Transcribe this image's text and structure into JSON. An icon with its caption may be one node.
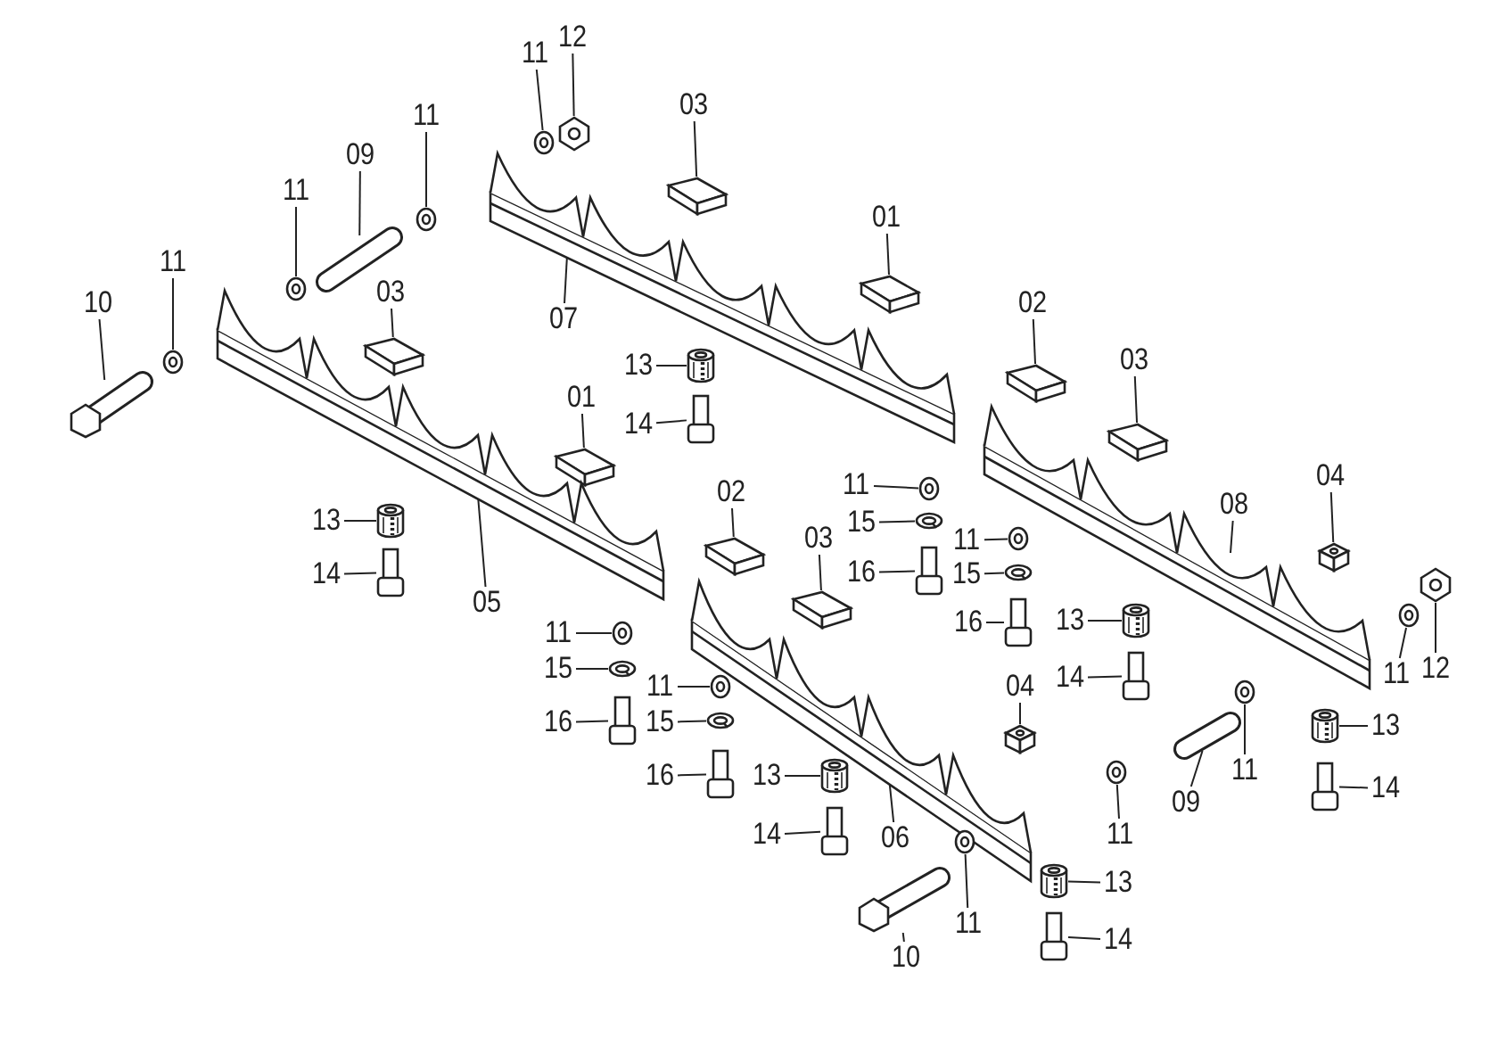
{
  "diagram": {
    "nodes": [
      {
        "text": [
          "12"
        ]
      },
      {
        "text": [
          "11"
        ]
      },
      {
        "text": [
          "03"
        ]
      },
      {
        "text": [
          "11"
        ]
      },
      {
        "text": [
          "09"
        ]
      },
      {
        "text": [
          "01"
        ]
      },
      {
        "text": [
          "11"
        ]
      },
      {
        "text": [
          "07"
        ]
      },
      {
        "text": [
          "11"
        ]
      },
      {
        "text": [
          "03"
        ]
      },
      {
        "text": [
          "10"
        ]
      },
      {
        "text": [
          "02"
        ]
      },
      {
        "text": [
          "03"
        ]
      },
      {
        "text": [
          "13"
        ]
      },
      {
        "text": [
          "01"
        ]
      },
      {
        "text": [
          "14"
        ]
      },
      {
        "text": [
          "04"
        ]
      },
      {
        "text": [
          "11"
        ]
      },
      {
        "text": [
          "02"
        ]
      },
      {
        "text": [
          "08"
        ]
      },
      {
        "text": [
          "15"
        ]
      },
      {
        "text": [
          "13"
        ]
      },
      {
        "text": [
          "03"
        ]
      },
      {
        "text": [
          "11"
        ]
      },
      {
        "text": [
          "16"
        ]
      },
      {
        "text": [
          "14"
        ]
      },
      {
        "text": [
          "15"
        ]
      },
      {
        "text": [
          "05"
        ]
      },
      {
        "text": [
          "13"
        ]
      },
      {
        "text": [
          "16"
        ]
      },
      {
        "text": [
          "11"
        ]
      },
      {
        "text": [
          "15"
        ]
      },
      {
        "text": [
          "14"
        ]
      },
      {
        "text": [
          "11"
        ]
      },
      {
        "text": [
          "04"
        ]
      },
      {
        "text": [
          "12"
        ]
      },
      {
        "text": [
          "11"
        ]
      },
      {
        "text": [
          "16"
        ]
      },
      {
        "text": [
          "15"
        ]
      },
      {
        "text": [
          "13"
        ]
      },
      {
        "text": [
          "11"
        ]
      },
      {
        "text": [
          "16"
        ]
      },
      {
        "text": [
          "13"
        ]
      },
      {
        "text": [
          "14"
        ]
      },
      {
        "text": [
          "09"
        ]
      },
      {
        "text": [
          "11"
        ]
      },
      {
        "text": [
          "14"
        ]
      },
      {
        "text": [
          "06"
        ]
      },
      {
        "text": [
          "13"
        ]
      },
      {
        "text": [
          "11"
        ]
      },
      {
        "text": [
          "14"
        ]
      },
      {
        "text": [
          "10"
        ]
      },
      {
        "text": [],
        "shape": "picture"
      },
      {
        "text": [],
        "shape": "picture"
      },
      {
        "text": [],
        "shape": "picture"
      },
      {
        "text": [],
        "shape": "picture"
      },
      {
        "text": [],
        "shape": "picture"
      },
      {
        "text": [],
        "shape": "picture"
      },
      {
        "text": [],
        "shape": "picture"
      },
      {
        "text": [],
        "shape": "picture"
      },
      {
        "text": [],
        "shape": "picture"
      },
      {
        "text": [],
        "shape": "picture"
      },
      {
        "text": [],
        "shape": "picture"
      },
      {
        "text": [],
        "shape": "picture"
      },
      {
        "text": [],
        "shape": "picture"
      },
      {
        "text": [],
        "shape": "picture"
      },
      {
        "text": [],
        "shape": "picture"
      },
      {
        "text": [],
        "shape": "picture"
      },
      {
        "text": [],
        "shape": "picture"
      },
      {
        "text": [],
        "shape": "picture"
      },
      {
        "text": [],
        "shape": "picture"
      },
      {
        "text": [],
        "shape": "picture"
      },
      {
        "text": [],
        "shape": "picture"
      },
      {
        "text": [],
        "shape": "picture"
      },
      {
        "text": [],
        "shape": "picture"
      },
      {
        "text": [],
        "shape": "picture"
      },
      {
        "text": [],
        "shape": "picture"
      },
      {
        "text": [],
        "shape": "picture"
      },
      {
        "text": [],
        "shape": "picture"
      },
      {
        "text": [],
        "shape": "picture"
      },
      {
        "text": [],
        "shape": "picture"
      },
      {
        "text": [],
        "shape": "picture"
      },
      {
        "text": [],
        "shape": "picture"
      },
      {
        "text": [],
        "shape": "picture"
      },
      {
        "text": [],
        "shape": "picture"
      },
      {
        "text": [],
        "shape": "picture"
      },
      {
        "text": [],
        "shape": "picture"
      },
      {
        "text": [],
        "shape": "picture"
      },
      {
        "text": [],
        "shape": "picture"
      },
      {
        "text": [],
        "shape": "picture"
      },
      {
        "text": [],
        "shape": "picture"
      },
      {
        "text": [],
        "shape": "picture"
      },
      {
        "text": [],
        "shape": "picture"
      },
      {
        "text": [],
        "shape": "picture"
      },
      {
        "text": [],
        "shape": "picture"
      },
      {
        "text": [],
        "shape": "picture"
      },
      {
        "text": [],
        "shape": "picture"
      },
      {
        "text": [],
        "shape": "picture"
      },
      {
        "text": [],
        "shape": "picture"
      },
      {
        "text": [],
        "shape": "picture"
      },
      {
        "text": [],
        "shape": "picture"
      },
      {
        "text": [],
        "shape": "picture"
      },
      {
        "text": [],
        "shape": "picture"
      },
      {
        "text": [],
        "shape": "picture"
      }
    ],
    "edges": [
      {
        "from": 0,
        "to": 52,
        "arrow": "none"
      },
      {
        "from": 1,
        "to": 53,
        "arrow": "none"
      },
      {
        "from": 2,
        "to": 54,
        "arrow": "none"
      },
      {
        "from": 3,
        "to": 55,
        "arrow": "none"
      },
      {
        "from": 4,
        "to": 56,
        "arrow": "none"
      },
      {
        "from": 5,
        "to": 57,
        "arrow": "none"
      },
      {
        "from": 6,
        "to": 58,
        "arrow": "none"
      },
      {
        "from": 7,
        "to": 59,
        "arrow": "none"
      },
      {
        "from": 8,
        "to": 60,
        "arrow": "none"
      },
      {
        "from": 9,
        "to": 61,
        "arrow": "none"
      },
      {
        "from": 10,
        "to": 62,
        "arrow": "none"
      },
      {
        "from": 11,
        "to": 63,
        "arrow": "none"
      },
      {
        "from": 12,
        "to": 64,
        "arrow": "none"
      },
      {
        "from": 13,
        "to": 65,
        "arrow": "none"
      },
      {
        "from": 14,
        "to": 66,
        "arrow": "none"
      },
      {
        "from": 15,
        "to": 67,
        "arrow": "none"
      },
      {
        "from": 16,
        "to": 68,
        "arrow": "none"
      },
      {
        "from": 17,
        "to": 69,
        "arrow": "none"
      },
      {
        "from": 18,
        "to": 70,
        "arrow": "none"
      },
      {
        "from": 19,
        "to": 71,
        "arrow": "none"
      },
      {
        "from": 20,
        "to": 72,
        "arrow": "none"
      },
      {
        "from": 21,
        "to": 73,
        "arrow": "none"
      },
      {
        "from": 22,
        "to": 74,
        "arrow": "none"
      },
      {
        "from": 23,
        "to": 75,
        "arrow": "none"
      },
      {
        "from": 24,
        "to": 76,
        "arrow": "none"
      },
      {
        "from": 25,
        "to": 77,
        "arrow": "none"
      },
      {
        "from": 26,
        "to": 78,
        "arrow": "none"
      },
      {
        "from": 27,
        "to": 79,
        "arrow": "none"
      },
      {
        "from": 28,
        "to": 80,
        "arrow": "none"
      },
      {
        "from": 29,
        "to": 81,
        "arrow": "none"
      },
      {
        "from": 30,
        "to": 82,
        "arrow": "none"
      },
      {
        "from": 31,
        "to": 83,
        "arrow": "none"
      },
      {
        "from": 32,
        "to": 84,
        "arrow": "none"
      },
      {
        "from": 33,
        "to": 85,
        "arrow": "none"
      },
      {
        "from": 34,
        "to": 86,
        "arrow": "none"
      },
      {
        "from": 35,
        "to": 87,
        "arrow": "none"
      },
      {
        "from": 36,
        "to": 88,
        "arrow": "none"
      },
      {
        "from": 37,
        "to": 89,
        "arrow": "none"
      },
      {
        "from": 38,
        "to": 90,
        "arrow": "none"
      },
      {
        "from": 39,
        "to": 91,
        "arrow": "none"
      },
      {
        "from": 40,
        "to": 92,
        "arrow": "none"
      },
      {
        "from": 41,
        "to": 93,
        "arrow": "none"
      },
      {
        "from": 42,
        "to": 94,
        "arrow": "none"
      },
      {
        "from": 43,
        "to": 95,
        "arrow": "none"
      },
      {
        "from": 44,
        "to": 96,
        "arrow": "none"
      },
      {
        "from": 45,
        "to": 97,
        "arrow": "none"
      },
      {
        "from": 46,
        "to": 98,
        "arrow": "none"
      },
      {
        "from": 47,
        "to": 99,
        "arrow": "none"
      },
      {
        "from": 48,
        "to": 100,
        "arrow": "none"
      },
      {
        "from": 49,
        "to": 101,
        "arrow": "none"
      },
      {
        "from": 50,
        "to": 102,
        "arrow": "none"
      },
      {
        "from": 51,
        "to": 103,
        "arrow": "none"
      }
    ]
  }
}
